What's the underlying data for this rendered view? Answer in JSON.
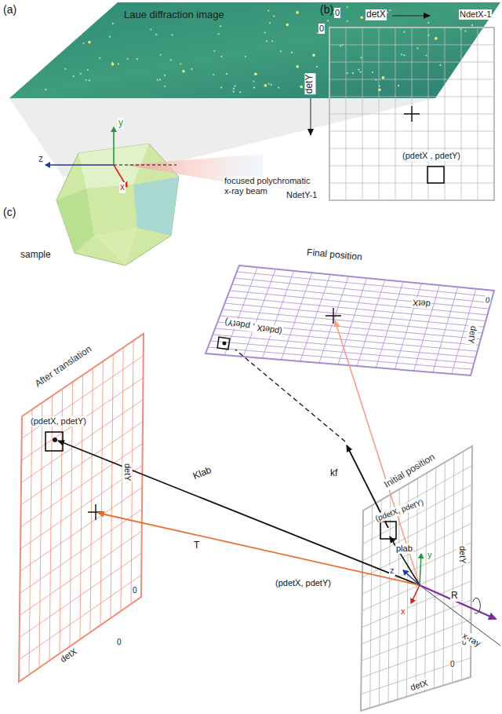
{
  "diagram": {
    "labels": [
      "(a)",
      "Laue diffraction image",
      "y",
      "z",
      "x",
      "focused polychromatic x-ray beam",
      "sample",
      "(b)",
      "0",
      "detX",
      "NdetX-1",
      "0",
      "detY",
      "(pdetX , pdetY)",
      "NdetY-1",
      "(c)",
      "Final position",
      "detX",
      "detY",
      "0",
      "(pdetX , pdetY)",
      "After translation",
      "(pdetX, pdetY)",
      "detY",
      "detX",
      "0",
      "0",
      "Initial position",
      "detY",
      "detX",
      "0",
      "0",
      "(pdetX, pdetY)",
      "Klab",
      "T",
      "kf",
      "plab",
      "z",
      "y",
      "x",
      "(pdetX, pdetY)",
      "R",
      "x-ray"
    ]
  }
}
